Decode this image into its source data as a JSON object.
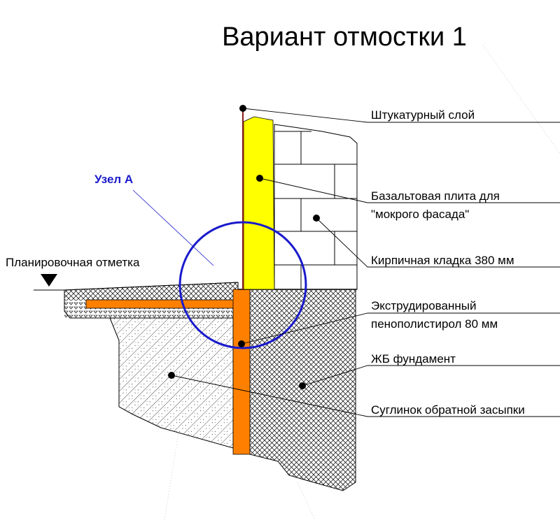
{
  "title": "Вариант отмостки 1",
  "node_label": "Узел А",
  "grade_label": "Планировочная отметка",
  "callouts": {
    "plaster": "Штукатурный слой",
    "basalt_line1": "Базальтовая плита для",
    "basalt_line2": "\"мокрого фасада\"",
    "brick": "Кирпичная кладка 380 мм",
    "xps_line1": "Экструдированный",
    "xps_line2": "пенополистирол 80 мм",
    "foundation": "ЖБ фундамент",
    "backfill": "Суглинок обратной засыпки"
  },
  "colors": {
    "insulation_yellow": "#ffff00",
    "xps_orange": "#ff8000",
    "node_blue": "#1a1acc",
    "plaster_red": "#8b1a1a"
  }
}
